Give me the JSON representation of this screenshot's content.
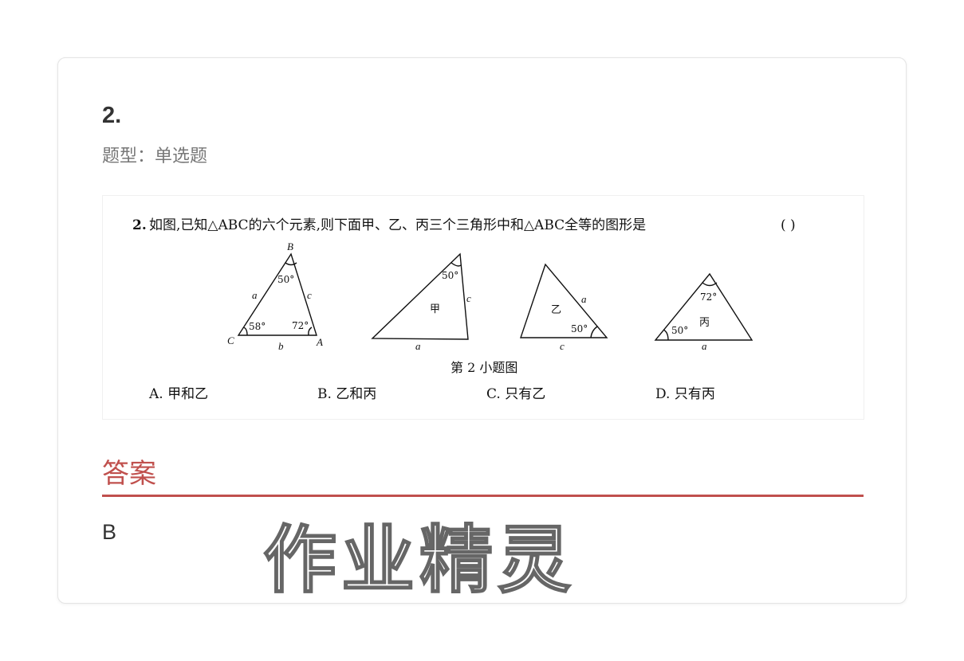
{
  "question": {
    "number": "2.",
    "type_label": "题型：单选题",
    "stem_number": "2.",
    "stem": "如图,已知△ABC的六个元素,则下面甲、乙、丙三个三角形中和△ABC全等的图形是",
    "paren": "(      )",
    "figure_caption": "第 2 小题图",
    "triangles": {
      "abc": {
        "B": "B",
        "C": "C",
        "A": "A",
        "angle_B": "50°",
        "angle_C": "58°",
        "angle_A": "72°",
        "side_a": "a",
        "side_b": "b",
        "side_c": "c"
      },
      "jia": {
        "name": "甲",
        "angle": "50°",
        "side_c": "c",
        "side_a": "a"
      },
      "yi": {
        "name": "乙",
        "angle": "50°",
        "side_a": "a",
        "side_c": "c"
      },
      "bing": {
        "name": "丙",
        "angle_top": "72°",
        "angle_left": "50°",
        "side_a": "a"
      }
    },
    "options": [
      "A. 甲和乙",
      "B. 乙和丙",
      "C. 只有乙",
      "D. 只有丙"
    ]
  },
  "answer": {
    "title": "答案",
    "value": "B"
  },
  "watermark": "作业精灵"
}
